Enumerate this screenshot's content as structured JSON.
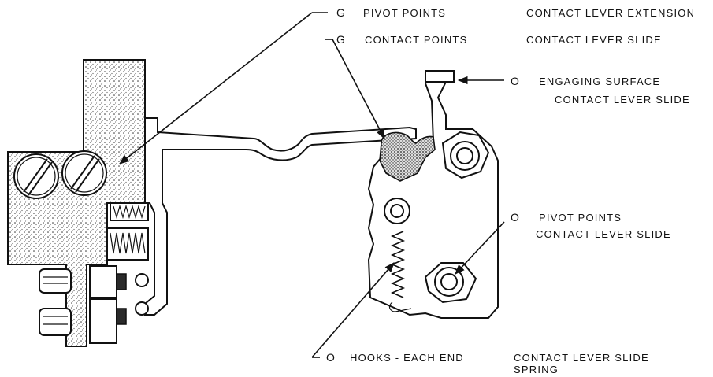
{
  "callouts": [
    {
      "code": "G",
      "text": "PIVOT POINTS",
      "part": "CONTACT LEVER EXTENSION",
      "part_line2": ""
    },
    {
      "code": "G",
      "text": "CONTACT POINTS",
      "part": "CONTACT LEVER SLIDE",
      "part_line2": ""
    },
    {
      "code": "O",
      "text": "ENGAGING SURFACE",
      "part": "CONTACT LEVER SLIDE",
      "part_line2": ""
    },
    {
      "code": "O",
      "text": "PIVOT POINTS",
      "part": "CONTACT LEVER SLIDE",
      "part_line2": ""
    },
    {
      "code": "O",
      "text": "HOOKS - EACH END",
      "part": "CONTACT LEVER SLIDE",
      "part_line2": "SPRING"
    }
  ]
}
